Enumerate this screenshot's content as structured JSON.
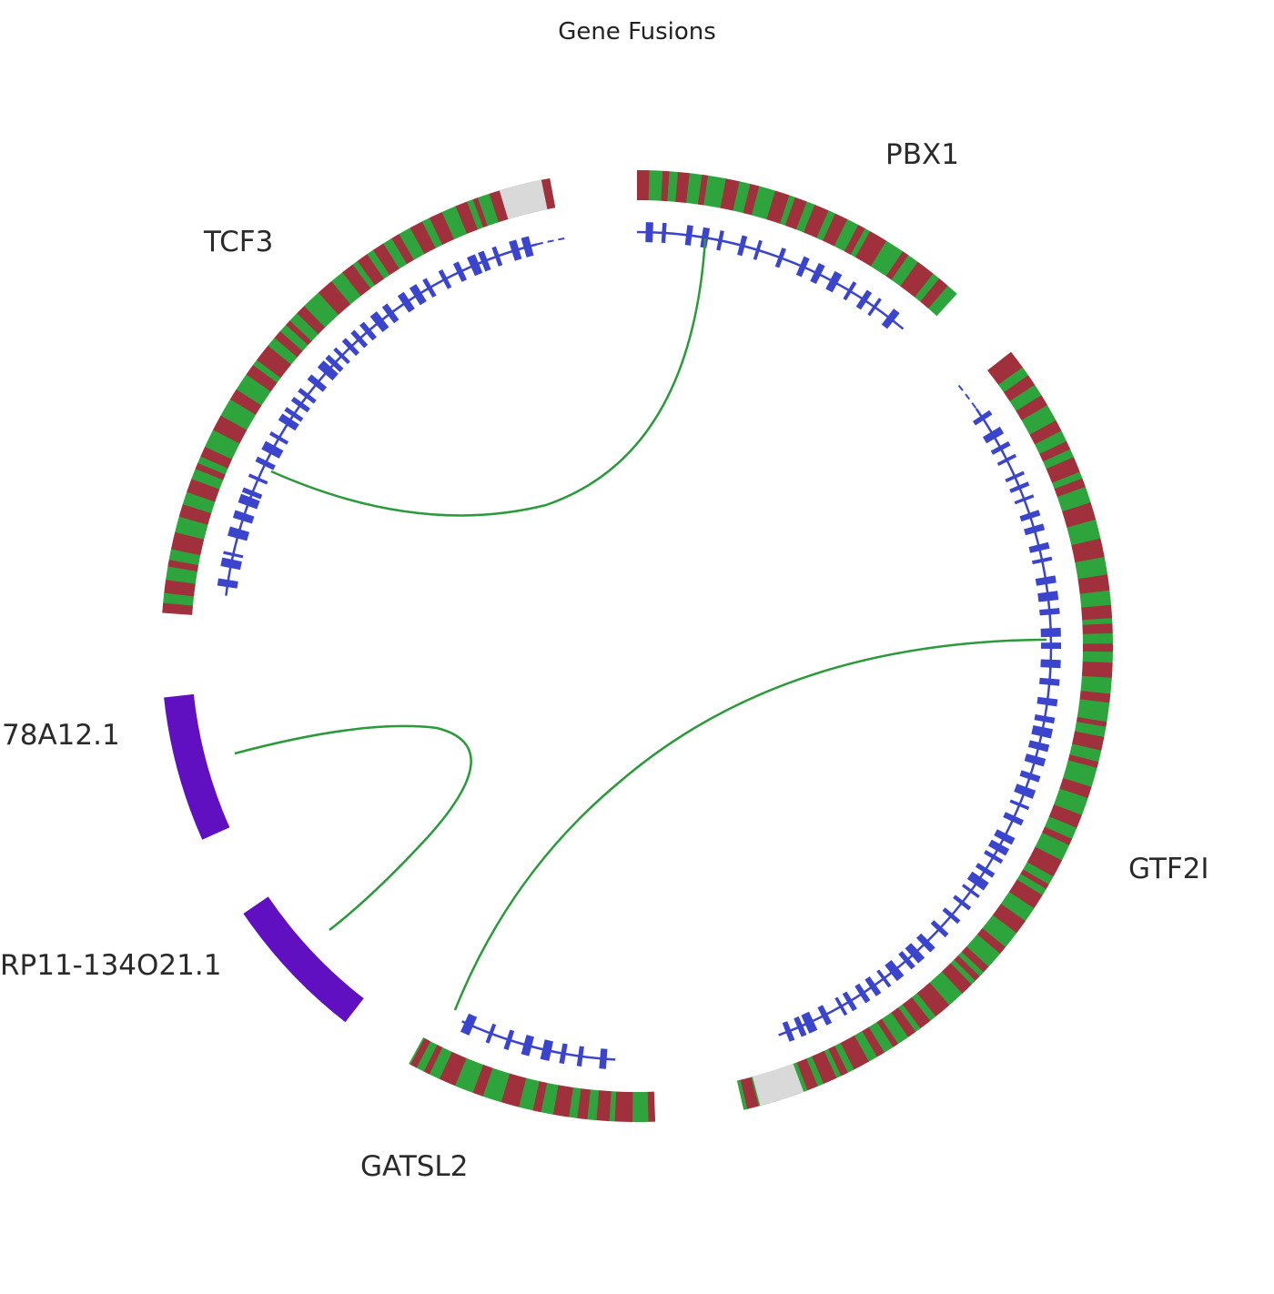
{
  "title": "Gene Fusions",
  "colors": {
    "exon_a": "#a0303c",
    "exon_b": "#2ea53c",
    "utr": "#d9d9d9",
    "gene_model": "#3a44cc",
    "partner": "#6010c0",
    "link": "#2a9a3a"
  },
  "genes": [
    {
      "name": "PBX1",
      "type": "coding"
    },
    {
      "name": "GTF2I",
      "type": "coding"
    },
    {
      "name": "GATSL2",
      "type": "coding"
    },
    {
      "name": "RP11-134O21.1",
      "type": "noncoding"
    },
    {
      "name": "78A12.1",
      "type": "noncoding"
    },
    {
      "name": "TCF3",
      "type": "coding"
    }
  ],
  "fusions": [
    {
      "gene_a": "TCF3",
      "gene_b": "PBX1"
    },
    {
      "gene_a": "GTF2I",
      "gene_b": "GATSL2"
    },
    {
      "gene_a": "78A12.1",
      "gene_b": "RP11-134O21.1"
    }
  ]
}
